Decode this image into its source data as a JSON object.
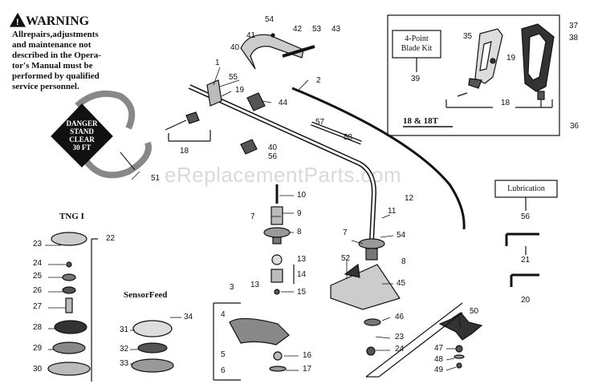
{
  "warning": {
    "title": "WARNING",
    "lines": [
      "Allrepairs,adjustments",
      "and maintenance not",
      "described in the Opera-",
      "tor's Manual must be",
      "performed by qualified",
      "service personnel."
    ]
  },
  "danger_sign": {
    "lines": [
      "DANGER",
      "STAND",
      "CLEAR",
      "30 FT"
    ]
  },
  "kit_box": {
    "blade_kit_lines": [
      "4-Point",
      "Blade Kit"
    ],
    "model_label": "18 & 18T"
  },
  "lubrication": {
    "label": "Lubrication"
  },
  "sections": {
    "tng": "TNG I",
    "sensorfeed": "SensorFeed"
  },
  "watermark": "eReplacementParts.com",
  "part_numbers": {
    "p54_top": "54",
    "p42": "42",
    "p53": "53",
    "p43": "43",
    "p41": "41",
    "p40_top": "40",
    "p1": "1",
    "p55": "55",
    "p19_main": "19",
    "p44": "44",
    "p18_main": "18",
    "p40_mid": "40",
    "p56_mid": "56",
    "p2": "2",
    "p57": "57",
    "p58": "58",
    "p51": "51",
    "p10": "10",
    "p9": "9",
    "p7_left": "7",
    "p8_left": "8",
    "p13_a": "13",
    "p14": "14",
    "p13_b": "13",
    "p15": "15",
    "p12": "12",
    "p11": "11",
    "p7_right": "7",
    "p54_right": "54",
    "p8_right": "8",
    "p52": "52",
    "p45": "45",
    "p46": "46",
    "p23_mid": "23",
    "p24_mid": "24",
    "p3": "3",
    "p4": "4",
    "p5": "5",
    "p6": "6",
    "p16": "16",
    "p17": "17",
    "p22": "22",
    "p23_l": "23",
    "p24_l": "24",
    "p25": "25",
    "p26": "26",
    "p27": "27",
    "p28": "28",
    "p29": "29",
    "p30": "30",
    "p34": "34",
    "p31": "31",
    "p32": "32",
    "p33": "33",
    "p50": "50",
    "p47": "47",
    "p48": "48",
    "p49": "49",
    "p35": "35",
    "p37": "37",
    "p38": "38",
    "p19_kit": "19",
    "p39": "39",
    "p18_kit": "18",
    "p36": "36",
    "p56_lub": "56",
    "p21": "21",
    "p20": "20"
  }
}
